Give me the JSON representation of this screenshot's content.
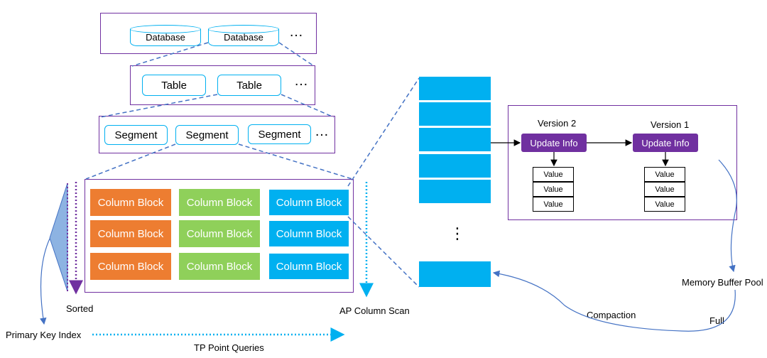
{
  "databases": {
    "items": [
      "Database",
      "Database"
    ],
    "more": "…"
  },
  "tables": {
    "items": [
      "Table",
      "Table"
    ],
    "more": "…"
  },
  "segments": {
    "items": [
      "Segment",
      "Segment",
      "Segment"
    ],
    "more": "…"
  },
  "column_blocks": {
    "label": "Column Block",
    "columns": [
      {
        "color": "#ED7D31",
        "count": 3
      },
      {
        "color": "#8FD05A",
        "count": 3
      },
      {
        "color": "#00B0F0",
        "count": 3
      }
    ]
  },
  "labels": {
    "sorted": "Sorted",
    "ap_column_scan": "AP Column Scan",
    "primary_key_index": "Primary Key Index",
    "tp_point_queries": "TP Point Queries",
    "memory_buffer_pool": "Memory Buffer Pool",
    "compaction": "Compaction",
    "full": "Full",
    "vertical_dots": "⋮"
  },
  "versions": [
    {
      "name": "Version 2",
      "update": "Update Info",
      "values": [
        "Value",
        "Value",
        "Value"
      ]
    },
    {
      "name": "Version 1",
      "update": "Update Info",
      "values": [
        "Value",
        "Value",
        "Value"
      ]
    }
  ],
  "colors": {
    "frame": "#7030A0",
    "accent": "#00B0F0",
    "orange": "#ED7D31",
    "green": "#8FD05A",
    "arrow": "#4472C4"
  }
}
